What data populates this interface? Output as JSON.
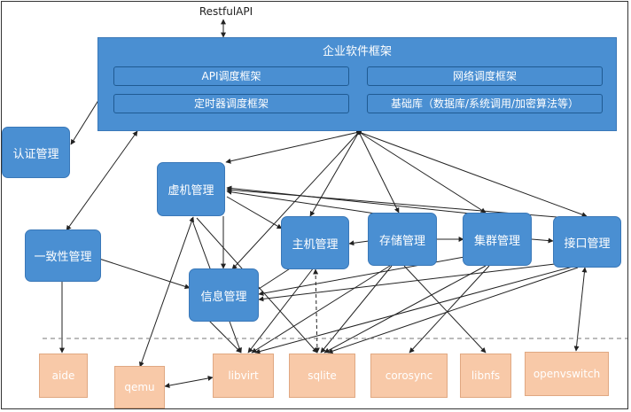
{
  "top_label": "RestfulAPI",
  "framework": {
    "title": "企业软件框架",
    "api_dispatch": "API调度框架",
    "net_dispatch": "网络调度框架",
    "timer_dispatch": "定时器调度框架",
    "base_lib": "基础库（数据库/系统调用/加密算法等）"
  },
  "modules": {
    "auth": "认证管理",
    "vm": "虚机管理",
    "consistency": "一致性管理",
    "info": "信息管理",
    "host": "主机管理",
    "storage": "存储管理",
    "cluster": "集群管理",
    "interface": "接口管理"
  },
  "libs": {
    "aide": "aide",
    "qemu": "qemu",
    "libvirt": "libvirt",
    "sqlite": "sqlite",
    "corosync": "corosync",
    "libnfs": "libnfs",
    "openvswitch": "openvswitch"
  },
  "colors": {
    "node_fill": "#4a8fd2",
    "lib_fill": "#f8c9a8",
    "edge": "#222222"
  }
}
